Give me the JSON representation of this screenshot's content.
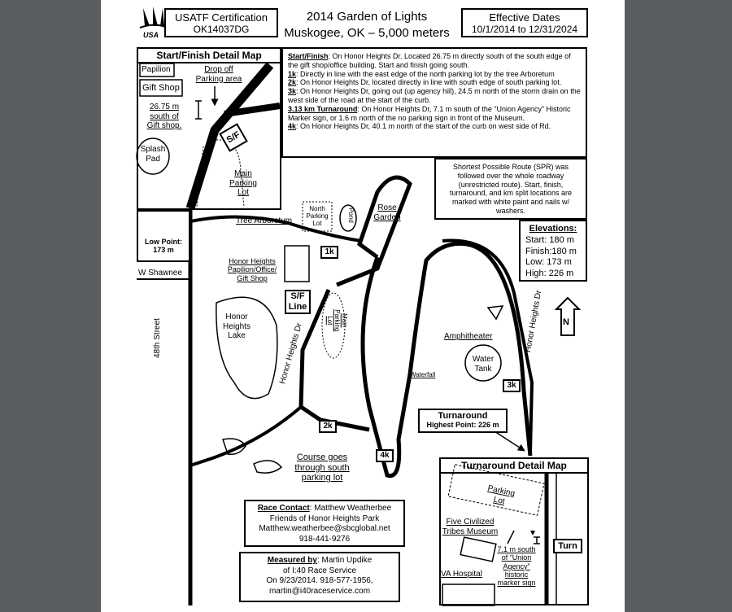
{
  "header": {
    "cert_title": "USATF Certification",
    "cert_code": "OK14037DG",
    "race_title": "2014 Garden of Lights",
    "race_subtitle": "Muskogee, OK – 5,000 meters",
    "dates_title": "Effective Dates",
    "dates_range": "10/1/2014 to 12/31/2024",
    "logo_text": "USA"
  },
  "detail_map": {
    "title": "Start/Finish Detail Map",
    "papilion": "Papilion",
    "gift_shop": "Gift Shop",
    "drop_off": "Drop off\nParking area",
    "distance_note": "26.75 m\nsouth of\nGift shop.",
    "splash_pad": "Splash\nPad",
    "sf": "S/F",
    "main_lot": "Main\nParking\nLot"
  },
  "notes": [
    {
      "label": "Start/Finish",
      "text": ": On Honor Heights Dr. Located 26.75 m directly south of the south edge of the gift shop/office building. Start and finish going south."
    },
    {
      "label": "1k",
      "text": ": Directly in line with the east edge of the north parking lot by the tree Arboretum"
    },
    {
      "label": "2k",
      "text": ": On Honor Heights Dr, located directly in line with south edge of south parking lot."
    },
    {
      "label": "3k",
      "text": ": On Honor Heights Dr, going out (up agency hill), 24.5 m north of the storm drain on the west side of the road at the start of the curb."
    },
    {
      "label": "3.13 km Turnaround",
      "text": ": On Honor Heights Dr, 7.1 m south of the “Union Agency” Historic Marker sign, or 1.6 m north of the no parking sign in front of the Museum."
    },
    {
      "label": "4k",
      "text": ": On Honor Heights Dr, 40.1 m north of the start of the curb on west side of Rd."
    }
  ],
  "spr_note": "Shortest Possible Route (SPR) was followed over the whole roadway (unrestricted route). Start, finish, turnaround, and km split locations are marked with white paint and nails w/ washers.",
  "elevations": {
    "title": "Elevations:",
    "start": "Start: 180 m",
    "finish": "Finish:180 m",
    "low": "Low: 173 m",
    "high": "High: 226 m"
  },
  "map_labels": {
    "low_point": "Low Point:\n173 m",
    "w_shawnee": "W Shawnee",
    "street_48": "48th Street",
    "tree_arboretum": "Tree Arboretum",
    "north_lot": "North\nParking\nLot",
    "pond": "Pond",
    "rose_garden": "Rose\nGarden",
    "k1": "1k",
    "k2": "2k",
    "k3": "3k",
    "k4": "4k",
    "office": "Honor Heights\nPapilion/Office/\nGift Shop",
    "sf_line": "S/F\nLine",
    "main_lot_rot": "Main\nParking Lot",
    "lake": "Honor\nHeights\nLake",
    "honor_heights_dr": "Honor Heights Dr",
    "waterfall": "Waterfall",
    "amphitheater": "Amphitheater",
    "water_tank": "Water\nTank",
    "course_south": "Course goes\nthrough south\nparking lot",
    "turnaround": "Turnaround",
    "highest_point": "Highest Point: 226 m",
    "north_arrow": "N"
  },
  "contact": {
    "label": "Race Contact",
    "name": ": Matthew Weatherbee",
    "org": "Friends of Honor Heights Park",
    "email": "Matthew.weatherbee@sbcglobal.net",
    "phone": "918-441-9276"
  },
  "measured": {
    "label": "Measured by",
    "name": ": Martin Updike",
    "org": "of I:40 Race Service",
    "date": "On 9/23/2014. 918-577-1956,",
    "email": "martin@i40raceservice.com"
  },
  "turnaround_map": {
    "title": "Turnaround Detail Map",
    "parking_lot": "Parking\nLot",
    "museum": "Five Civilized\nTribes Museum",
    "note": "7.1 m south\nof “Union\nAgency”\nhistoric\nmarker sign",
    "va_hospital": "VA Hospital",
    "turn": "Turn"
  },
  "colors": {
    "page": "#ffffff",
    "background": "#5a5d61",
    "ink": "#000000"
  }
}
